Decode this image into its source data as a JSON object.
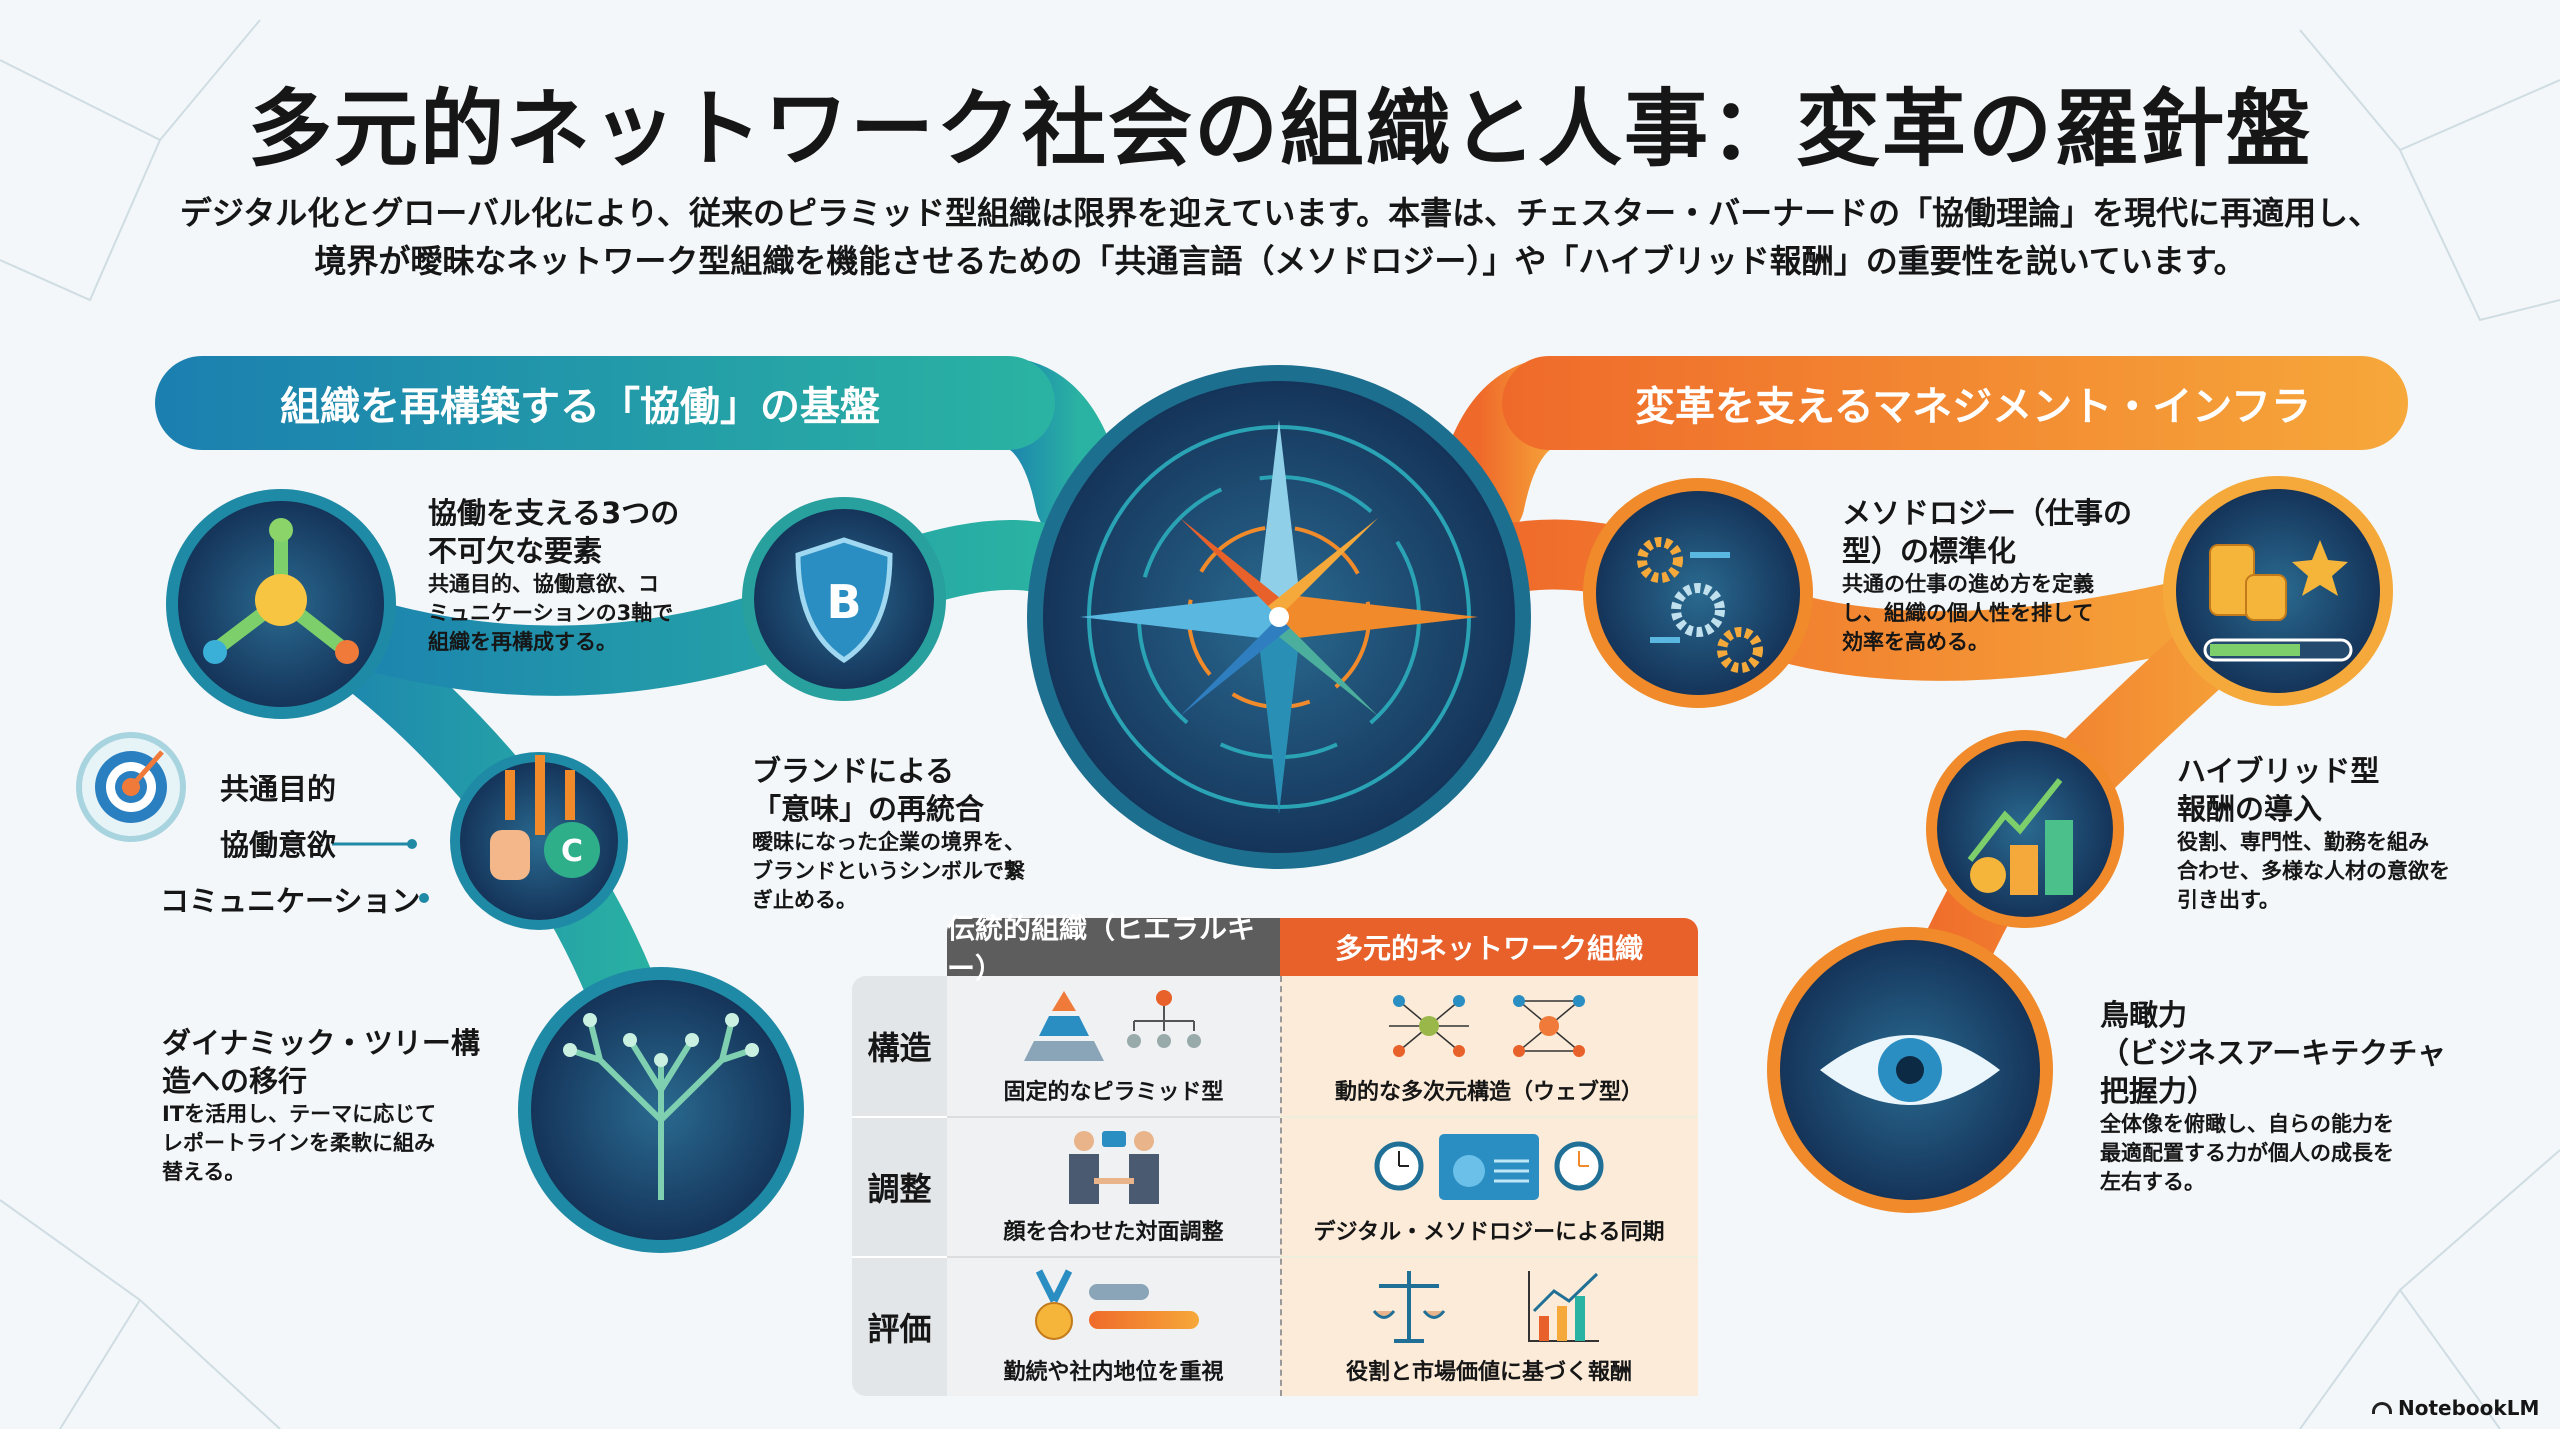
{
  "title": "多元的ネットワーク社会の組織と人事：変革の羅針盤",
  "subtitle": [
    "デジタル化とグローバル化により、従来のピラミッド型組織は限界を迎えています。本書は、チェスター・バーナードの「協働理論」を現代に再適用し、",
    "境界が曖昧なネットワーク型組織を機能させるための「共通言語（メソドロジー）」や「ハイブリッド報酬」の重要性を説いています。"
  ],
  "left_banner": "組織を再構築する「協働」の基盤",
  "right_banner": "変革を支えるマネジメント・インフラ",
  "left": {
    "three_elements": {
      "heading": [
        "協働を支える3つの",
        "不可欠な要素"
      ],
      "body": [
        "共通目的、協働意欲、コ",
        "ミュニケーションの3軸で",
        "組織を再構成する。"
      ]
    },
    "labels": [
      "共通目的",
      "協働意欲",
      "コミュニケーション"
    ],
    "brand": {
      "heading": [
        "ブランドによる",
        "「意味」の再統合"
      ],
      "body": [
        "曖昧になった企業の境界を、",
        "ブランドというシンボルで繋",
        "ぎ止める。"
      ]
    },
    "tree": {
      "heading": [
        "ダイナミック・ツリー構",
        "造への移行"
      ],
      "body": [
        "ITを活用し、テーマに応じて",
        "レポートラインを柔軟に組み",
        "替える。"
      ]
    }
  },
  "right": {
    "methodology": {
      "heading": [
        "メソドロジー（仕事の",
        "型）の標準化"
      ],
      "body": [
        "共通の仕事の進め方を定義",
        "し、組織の個人性を排して",
        "効率を高める。"
      ]
    },
    "hybrid": {
      "heading": [
        "ハイブリッド型",
        "報酬の導入"
      ],
      "body": [
        "役割、専門性、勤務を組み",
        "合わせ、多様な人材の意欲を",
        "引き出す。"
      ]
    },
    "birdseye": {
      "heading": [
        "鳥瞰力",
        "（ビジネスアーキテクチャ",
        "把握力）"
      ],
      "body": [
        "全体像を俯瞰し、自らの能力を",
        "最適配置する力が個人の成長を",
        "左右する。"
      ]
    }
  },
  "table": {
    "headers": [
      "伝統的組織（ヒエラルキー）",
      "多元的ネットワーク組織"
    ],
    "rows": [
      {
        "label": "構造",
        "traditional": "固定的なピラミッド型",
        "network": "動的な多次元構造（ウェブ型）"
      },
      {
        "label": "調整",
        "traditional": "顔を合わせた対面調整",
        "network": "デジタル・メソドロジーによる同期"
      },
      {
        "label": "評価",
        "traditional": "勤続や社内地位を重視",
        "network": "役割と市場価値に基づく報酬"
      }
    ]
  },
  "branding": "NotebookLM",
  "colors": {
    "teal": "#1f93a3",
    "orange": "#f0882a",
    "navy": "#173a5e",
    "gray_header": "#5d5d5d",
    "orange_header": "#e8602a"
  }
}
